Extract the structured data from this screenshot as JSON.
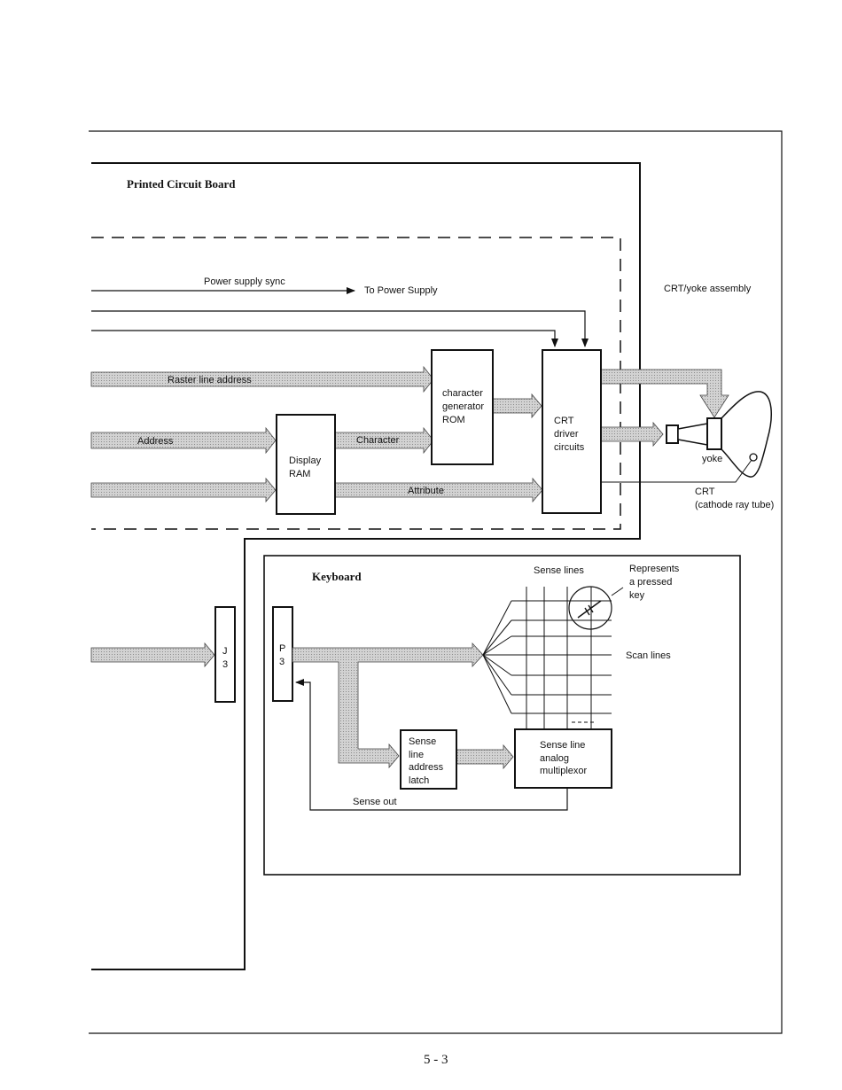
{
  "diagram": {
    "pcb_title": "Printed Circuit Board",
    "power_supply_sync": "Power supply sync",
    "to_power_supply": "To Power Supply",
    "crt_yoke_assembly": "CRT/yoke assembly",
    "raster_line_address": "Raster line address",
    "address": "Address",
    "character": "Character",
    "attribute": "Attribute",
    "char_gen_rom": [
      "character",
      "generator",
      "ROM"
    ],
    "display_ram": [
      "Display",
      "RAM"
    ],
    "crt_driver": [
      "CRT",
      "driver",
      "circuits"
    ],
    "yoke": "yoke",
    "crt": [
      "CRT",
      "(cathode ray tube)"
    ],
    "keyboard_title": "Keyboard",
    "sense_lines": "Sense lines",
    "represents_pressed_key": [
      "Represents",
      "a pressed",
      "key"
    ],
    "scan_lines": "Scan lines",
    "j3": [
      "J",
      "3"
    ],
    "p3": [
      "P",
      "3"
    ],
    "sense_line_address_latch": [
      "Sense",
      "line",
      "address",
      "latch"
    ],
    "sense_line_analog_multiplexor": [
      "Sense line",
      "analog",
      "multiplexor"
    ],
    "sense_out": "Sense out"
  },
  "footer": {
    "page_number": "5 - 3"
  },
  "colors": {
    "bus_fill": "#c4c4c4",
    "line": "#111111"
  }
}
